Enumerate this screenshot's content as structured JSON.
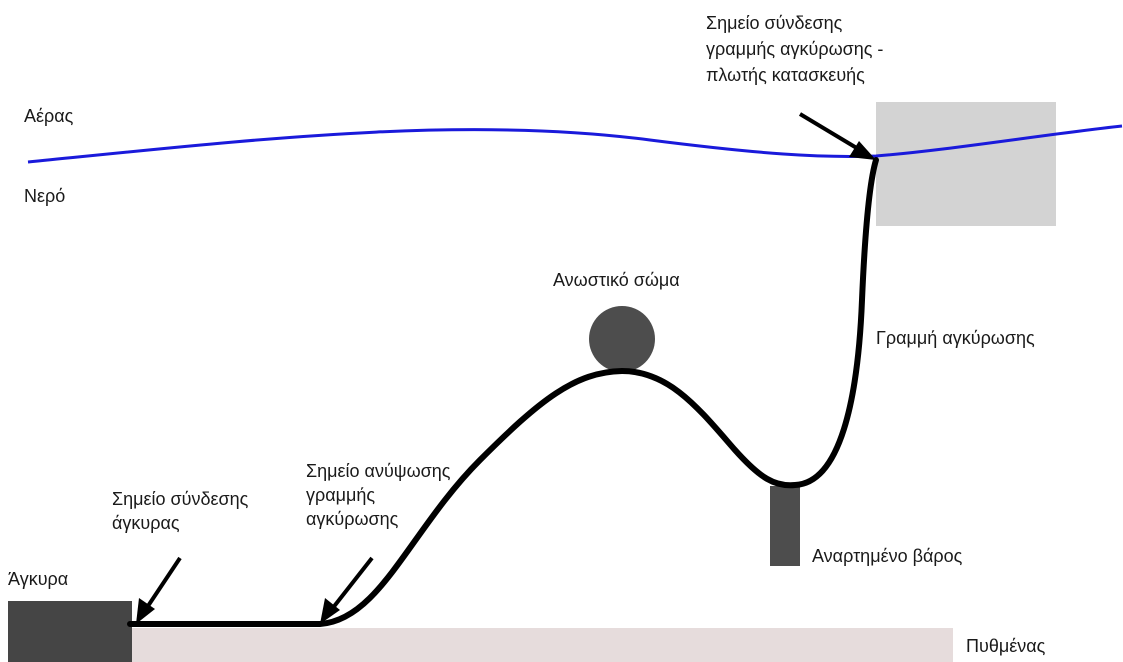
{
  "labels": {
    "air": "Αέρας",
    "water": "Νερό",
    "connection_float": "Σημείο σύνδεσης\nγραμμής αγκύρωσης -\nπλωτής κατασκευής",
    "buoy": "Ανωστικό σώμα",
    "mooring_line": "Γραμμή αγκύρωσης",
    "lift_point": "Σημείο ανύψωσης\nγραμμής\nαγκύρωσης",
    "anchor_connection": "Σημείο σύνδεσης\nάγκυρας",
    "anchor": "Άγκυρα",
    "clump_weight": "Αναρτημένο βάρος",
    "seabed": "Πυθμένας"
  },
  "colors": {
    "water_line": "#1a1adb",
    "float_body": "#d3d3d3",
    "anchor_block": "#454545",
    "buoy": "#4d4d4d",
    "weight": "#4d4d4d",
    "seabed": "#e6dcdc",
    "mooring": "#000000"
  }
}
